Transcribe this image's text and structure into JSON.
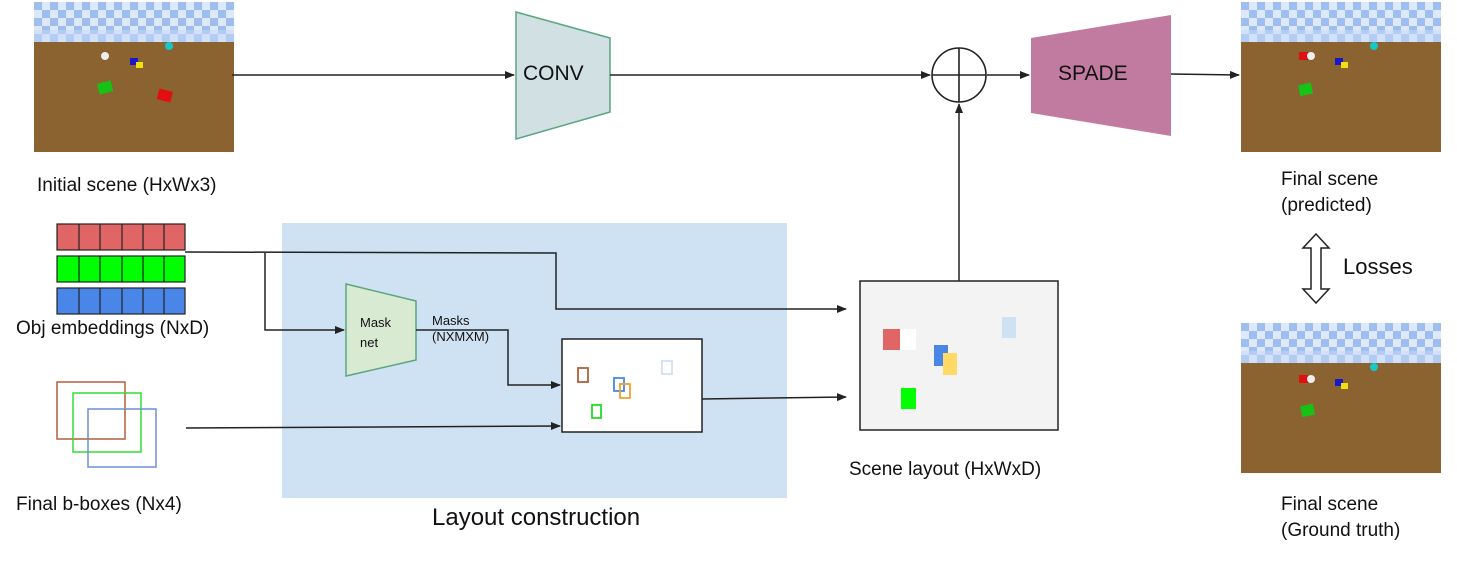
{
  "labels": {
    "initial_scene": "Initial scene (HxWx3)",
    "obj_embeddings": "Obj embeddings (NxD)",
    "final_bboxes": "Final b-boxes (Nx4)",
    "layout_construction": "Layout construction",
    "scene_layout": "Scene layout (HxWxD)",
    "final_predicted_line1": "Final scene",
    "final_predicted_line2": "(predicted)",
    "final_gt_line1": "Final scene",
    "final_gt_line2": "(Ground truth)",
    "losses": "Losses",
    "masks_line1": "Masks",
    "masks_line2": "(NXMXM)",
    "mask_net_line1": "Mask",
    "mask_net_line2": "net"
  },
  "blocks": {
    "conv": "CONV",
    "spade": "SPADE"
  },
  "colors": {
    "embedding_red": "#e06666",
    "embedding_green": "#00ff00",
    "embedding_blue": "#4a86e8",
    "layout_panel": "#cfe2f3",
    "conv_fill": "#d0e0e3",
    "conv_stroke": "#5ba67f",
    "spade_fill": "#c27ba0",
    "mask_net_fill": "#d9ead3",
    "sky": "#a4c2f4",
    "floor": "#8b6330"
  },
  "icons": {
    "sum": "circle-plus-icon",
    "losses": "double-vertical-arrow-icon"
  }
}
